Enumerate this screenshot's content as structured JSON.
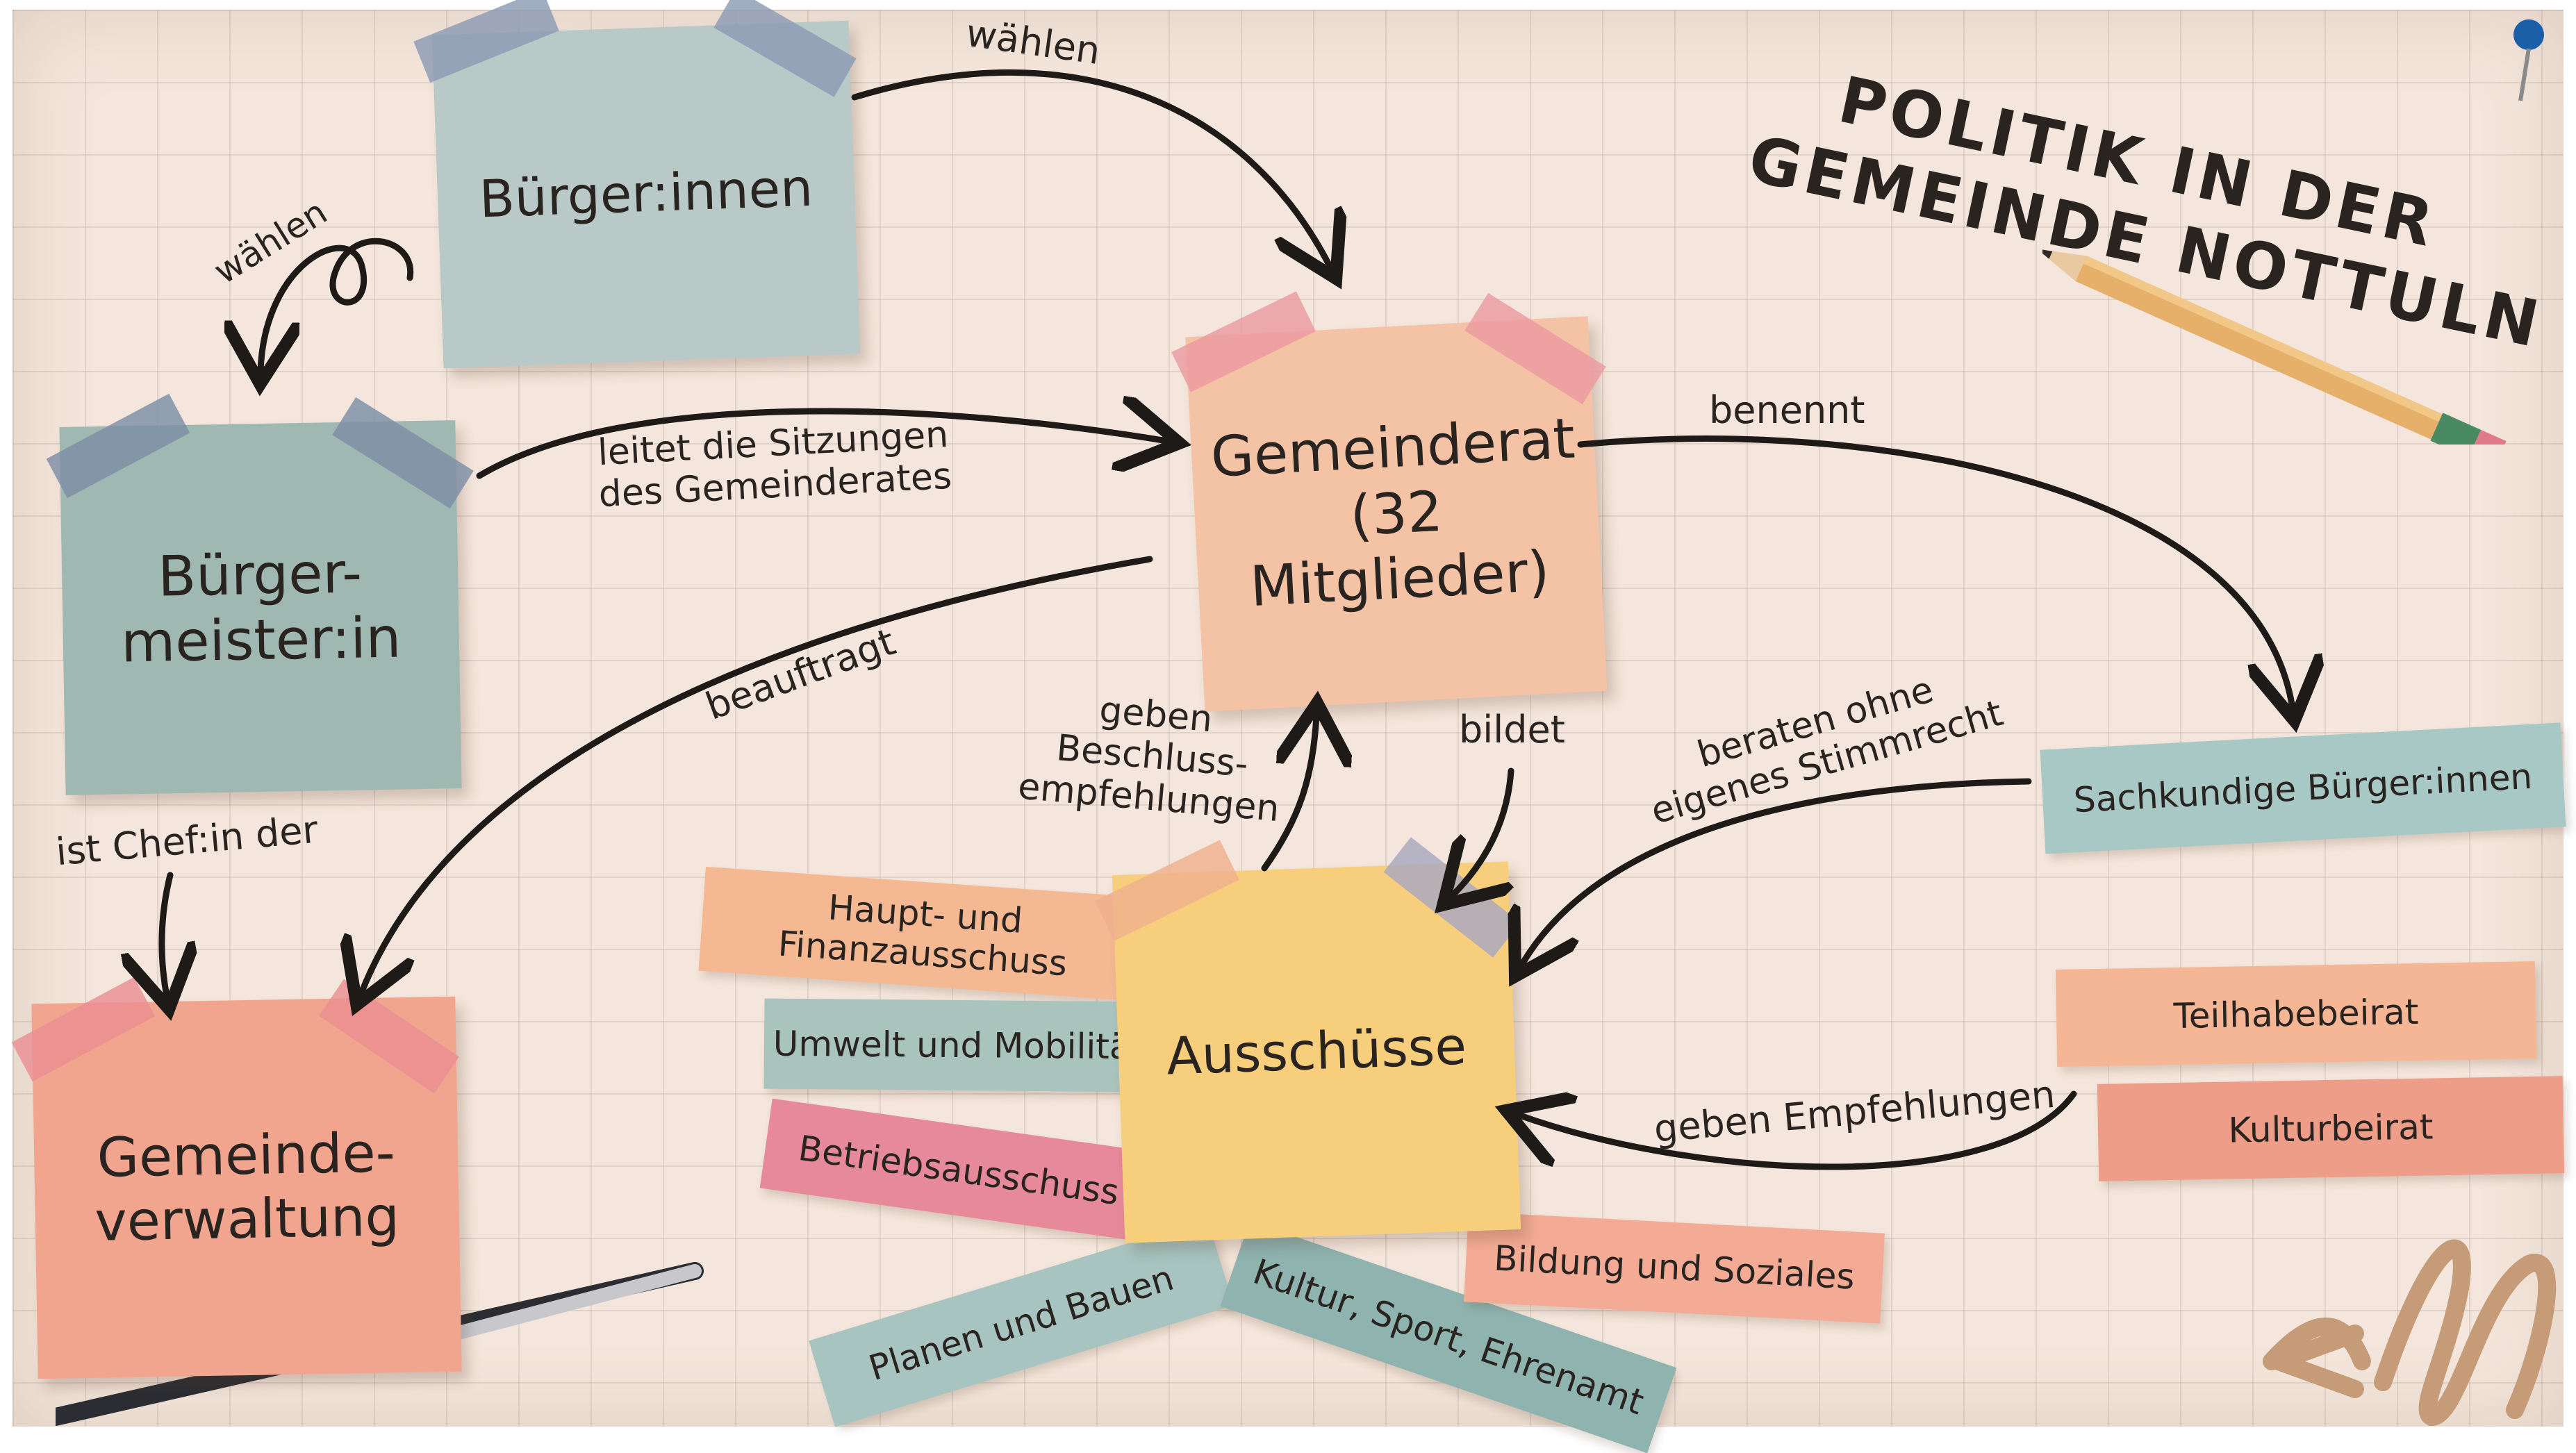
{
  "title": {
    "line1": "POLITIK IN DER",
    "line2": "GEMEINDE NOTTULN"
  },
  "notes": {
    "buerger": "Bürger:innen",
    "buergermeister": "Bürger-\nmeister:in",
    "gemeinderat": "Gemeinderat\n(32 Mitglieder)",
    "verwaltung": "Gemeinde-\nverwaltung",
    "ausschuesse": "Ausschüsse"
  },
  "strips": {
    "sachkundige": "Sachkundige Bürger:innen",
    "teilhabe": "Teilhabebeirat",
    "kultur": "Kulturbeirat",
    "haupt": "Haupt- und\nFinanzausschuss",
    "umwelt": "Umwelt und Mobilität",
    "betrieb": "Betriebsausschuss",
    "planen": "Planen und Bauen",
    "kultursport": "Kultur, Sport, Ehrenamt",
    "bildung": "Bildung und Soziales"
  },
  "labels": {
    "waehlen_top": "wählen",
    "waehlen_left": "wählen",
    "leitet": "leitet die Sitzungen\ndes Gemeinderates",
    "benennt": "benennt",
    "beauftragt": "beauftragt",
    "geben_beschluss": "geben\nBeschluss-\nempfehlungen",
    "bildet": "bildet",
    "beraten": "beraten ohne\neigenes Stimmrecht",
    "ist_chef": "ist Chef:in der",
    "geben_empf": "geben Empfehlungen"
  },
  "colors": {
    "paper": "#f4e6dc",
    "blue_grey": "#b9c9c8",
    "sage": "#9fb9b2",
    "peach": "#f4c3a6",
    "salmon": "#f2a58e",
    "yellow": "#f7cf7c",
    "pink": "#e6899a",
    "teal": "#9cc0be",
    "ink": "#1e1a18"
  }
}
